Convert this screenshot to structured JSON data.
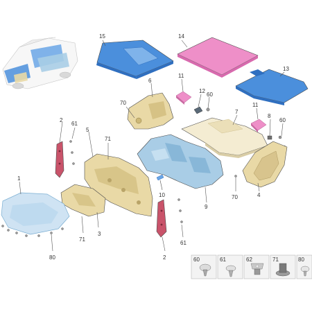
{
  "colors": {
    "blue": "#4b8fdc",
    "blue_dark": "#2f6fc0",
    "pink": "#ee8fc8",
    "pink_dark": "#d86aae",
    "tan": "#e9d9a6",
    "tan_dark": "#cdb877",
    "cream": "#f4ecd2",
    "light_blue": "#a9cde6",
    "light_blue_dark": "#7aaed2",
    "crimson": "#c9536a",
    "grey": "#b9b9b9"
  },
  "callouts": {
    "c15": "15",
    "c14": "14",
    "c13": "13",
    "c11a": "11",
    "c6": "6",
    "c12": "12",
    "c60a": "60",
    "c70a": "70",
    "c7": "7",
    "c11b": "11",
    "c8": "8",
    "c60b": "60",
    "c2a": "2",
    "c61a": "61",
    "c5": "5",
    "c71a": "71",
    "c9": "9",
    "c70b": "70",
    "c4": "4",
    "c1": "1",
    "c10": "10",
    "c3": "3",
    "c71b": "71",
    "c61b": "61",
    "c2b": "2",
    "c80": "80"
  },
  "legend": [
    "60",
    "61",
    "62",
    "71",
    "80"
  ]
}
